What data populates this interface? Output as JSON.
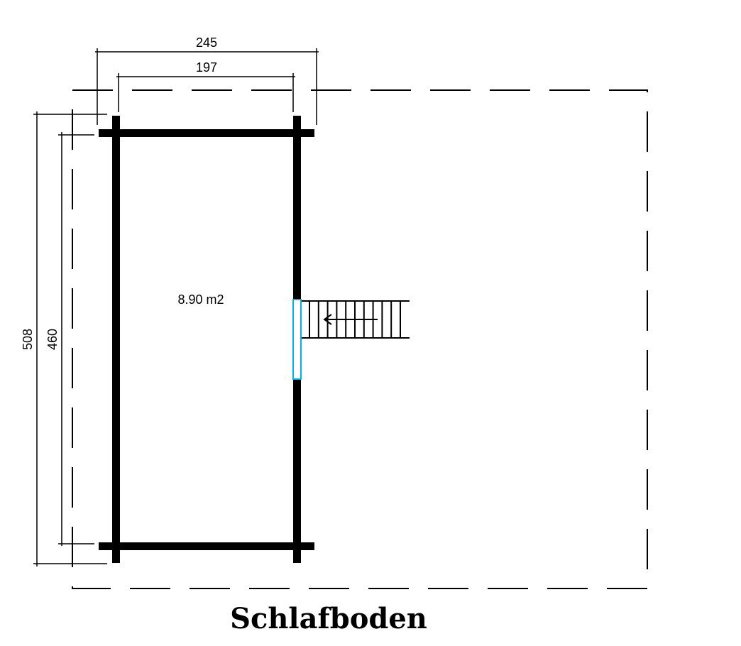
{
  "title": "Schlafboden",
  "area_label": "8.90 m2",
  "dimensions": {
    "outer_width": "245",
    "inner_width": "197",
    "outer_depth": "508",
    "inner_depth": "460"
  },
  "colors": {
    "window": "#00b4f0",
    "wall": "#000000"
  }
}
